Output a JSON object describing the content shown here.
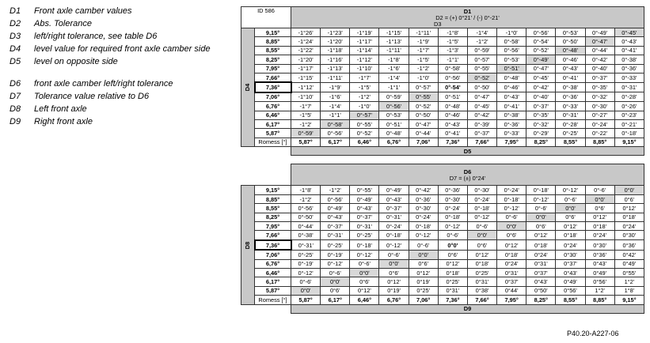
{
  "legend": [
    {
      "key": "D1",
      "text": "Front axle camber values"
    },
    {
      "key": "D2",
      "text": "Abs. Tolerance"
    },
    {
      "key": "D3",
      "text": "left/right tolerance, see table D6"
    },
    {
      "key": "D4",
      "text": "level value for required front axle camber side"
    },
    {
      "key": "D5",
      "text": "level on opposite side"
    },
    {
      "key": "D6",
      "text": "front axle camber left/right tolerance"
    },
    {
      "key": "D7",
      "text": "Tolerance value relative to D6"
    },
    {
      "key": "D8",
      "text": "Left front axle"
    },
    {
      "key": "D9",
      "text": "Right front axle"
    }
  ],
  "table1": {
    "id": "ID 586",
    "title": "D1",
    "subtitle": "D2 = (+) 0°21' / (-) 0°-21'",
    "subtitle2": "D3",
    "row_label": "D4",
    "bottom_label": "D5",
    "footer_label": "Romess [°]",
    "columns": [
      "5,87°",
      "6,17°",
      "6,46°",
      "6,76°",
      "7,06°",
      "7,36°",
      "7,66°",
      "7,95°",
      "8,25°",
      "8,55°",
      "8,85°",
      "9,15°"
    ],
    "rows": [
      {
        "h": "9,15°",
        "v": [
          "-1°26'",
          "-1°23'",
          "-1°19'",
          "-1°15'",
          "-1°11'",
          "-1°8'",
          "-1°4'",
          "-1°0'",
          "0°-56'",
          "0°-53'",
          "0°-49'",
          "0°-45'"
        ]
      },
      {
        "h": "8,85°",
        "v": [
          "-1°24'",
          "-1°20'",
          "-1°17'",
          "-1°13'",
          "-1°9'",
          "-1°5'",
          "-1°2'",
          "0°-58'",
          "0°-54'",
          "0°-50'",
          "0°-47'",
          "0°-43'"
        ]
      },
      {
        "h": "8,55°",
        "v": [
          "-1°22'",
          "-1°18'",
          "-1°14'",
          "-1°11'",
          "-1°7'",
          "-1°3'",
          "0°-59'",
          "0°-56'",
          "0°-52'",
          "0°-48'",
          "0°-44'",
          "0°-41'"
        ]
      },
      {
        "h": "8,25°",
        "v": [
          "-1°20'",
          "-1°16'",
          "-1°12'",
          "-1°8'",
          "-1°5'",
          "-1°1'",
          "0°-57'",
          "0°-53'",
          "0°-49'",
          "0°-46'",
          "0°-42'",
          "0°-38'"
        ]
      },
      {
        "h": "7,95°",
        "v": [
          "-1°17'",
          "-1°13'",
          "-1°10'",
          "-1°6'",
          "-1°2'",
          "0°-58'",
          "0°-55'",
          "0°-51'",
          "0°-47'",
          "0°-43'",
          "0°-40'",
          "0°-36'"
        ]
      },
      {
        "h": "7,66°",
        "v": [
          "-1°15'",
          "-1°11'",
          "-1°7'",
          "-1°4'",
          "-1°0'",
          "0°-56'",
          "0°-52'",
          "0°-48'",
          "0°-45'",
          "0°-41'",
          "0°-37'",
          "0°-33'"
        ]
      },
      {
        "h": "7,36°",
        "v": [
          "-1°12'",
          "-1°9'",
          "-1°5'",
          "-1°1'",
          "0°-57'",
          "0°-54'",
          "0°-50'",
          "0°-46'",
          "0°-42'",
          "0°-38'",
          "0°-35'",
          "0°-31'"
        ]
      },
      {
        "h": "7,06°",
        "v": [
          "-1°10'",
          "-1°6'",
          "-1°2'",
          "0°-59'",
          "0°-55'",
          "0°-51'",
          "0°-47'",
          "0°-43'",
          "0°-40'",
          "0°-36'",
          "0°-32'",
          "0°-28'"
        ]
      },
      {
        "h": "6,76°",
        "v": [
          "-1°7'",
          "-1°4'",
          "-1°0'",
          "0°-56'",
          "0°-52'",
          "0°-48'",
          "0°-45'",
          "0°-41'",
          "0°-37'",
          "0°-33'",
          "0°-30'",
          "0°-26'"
        ]
      },
      {
        "h": "6,46°",
        "v": [
          "-1°5'",
          "-1°1'",
          "0°-57'",
          "0°-53'",
          "0°-50'",
          "0°-46'",
          "0°-42'",
          "0°-38'",
          "0°-35'",
          "0°-31'",
          "0°-27'",
          "0°-23'"
        ]
      },
      {
        "h": "6,17°",
        "v": [
          "-1°2'",
          "0°-58'",
          "0°-55'",
          "0°-51'",
          "0°-47'",
          "0°-43'",
          "0°-39'",
          "0°-36'",
          "0°-32'",
          "0°-28'",
          "0°-24'",
          "0°-21'"
        ]
      },
      {
        "h": "5,87°",
        "v": [
          "0°-59'",
          "0°-56'",
          "0°-52'",
          "0°-48'",
          "0°-44'",
          "0°-41'",
          "0°-37'",
          "0°-33'",
          "0°-29'",
          "0°-25'",
          "0°-22'",
          "0°-18'"
        ]
      }
    ]
  },
  "table2": {
    "title": "D6",
    "subtitle": "D7 = (±) 0°24'",
    "row_label": "D8",
    "bottom_label": "D9",
    "footer_label": "Romess [°]",
    "columns": [
      "5,87°",
      "6,17°",
      "6,46°",
      "6,76°",
      "7,06°",
      "7,36°",
      "7,66°",
      "7,95°",
      "8,25°",
      "8,55°",
      "8,85°",
      "9,15°"
    ],
    "rows": [
      {
        "h": "9,15°",
        "v": [
          "-1°8'",
          "-1°2'",
          "0°-55'",
          "0°-49'",
          "0°-42'",
          "0°-36'",
          "0°-30'",
          "0°-24'",
          "0°-18'",
          "0°-12'",
          "0°-6'",
          "0°0'"
        ]
      },
      {
        "h": "8,85°",
        "v": [
          "-1°2'",
          "0°-56'",
          "0°-49'",
          "0°-43'",
          "0°-36'",
          "0°-30'",
          "0°-24'",
          "0°-18'",
          "0°-12'",
          "0°-6'",
          "0°0'",
          "0°6'"
        ]
      },
      {
        "h": "8,55°",
        "v": [
          "0°-56'",
          "0°-49'",
          "0°-43'",
          "0°-37'",
          "0°-30'",
          "0°-24'",
          "0°-18'",
          "0°-12'",
          "0°-6'",
          "0°0'",
          "0°6'",
          "0°12'"
        ]
      },
      {
        "h": "8,25°",
        "v": [
          "0°-50'",
          "0°-43'",
          "0°-37'",
          "0°-31'",
          "0°-24'",
          "0°-18'",
          "0°-12'",
          "0°-6'",
          "0°0'",
          "0°6'",
          "0°12'",
          "0°18'"
        ]
      },
      {
        "h": "7,95°",
        "v": [
          "0°-44'",
          "0°-37'",
          "0°-31'",
          "0°-24'",
          "0°-18'",
          "0°-12'",
          "0°-6'",
          "0°0'",
          "0°6'",
          "0°12'",
          "0°18'",
          "0°24'"
        ]
      },
      {
        "h": "7,66°",
        "v": [
          "0°-38'",
          "0°-31'",
          "0°-25'",
          "0°-18'",
          "0°-12'",
          "0°-6'",
          "0°0'",
          "0°6'",
          "0°12'",
          "0°18'",
          "0°24'",
          "0°30'"
        ]
      },
      {
        "h": "7,36°",
        "v": [
          "0°-31'",
          "0°-25'",
          "0°-18'",
          "0°-12'",
          "0°-6'",
          "0°0'",
          "0°6'",
          "0°12'",
          "0°18'",
          "0°24'",
          "0°30'",
          "0°36'"
        ]
      },
      {
        "h": "7,06°",
        "v": [
          "0°-25'",
          "0°-19'",
          "0°-12'",
          "0°-6'",
          "0°0'",
          "0°6'",
          "0°12'",
          "0°18'",
          "0°24'",
          "0°30'",
          "0°36'",
          "0°42'"
        ]
      },
      {
        "h": "6,76°",
        "v": [
          "0°-19'",
          "0°-12'",
          "0°-6'",
          "0°0'",
          "0°6'",
          "0°12'",
          "0°18'",
          "0°24'",
          "0°31'",
          "0°37'",
          "0°43'",
          "0°49'"
        ]
      },
      {
        "h": "6,46°",
        "v": [
          "0°-12'",
          "0°-6'",
          "0°0'",
          "0°6'",
          "0°12'",
          "0°18'",
          "0°25'",
          "0°31'",
          "0°37'",
          "0°43'",
          "0°49'",
          "0°55'"
        ]
      },
      {
        "h": "6,17°",
        "v": [
          "0°-6'",
          "0°0'",
          "0°6'",
          "0°12'",
          "0°19'",
          "0°25'",
          "0°31'",
          "0°37'",
          "0°43'",
          "0°49'",
          "0°56'",
          "1°2'"
        ]
      },
      {
        "h": "5,87°",
        "v": [
          "0°0'",
          "0°6'",
          "0°12'",
          "0°19'",
          "0°25'",
          "0°31'",
          "0°38'",
          "0°44'",
          "0°50'",
          "0°56'",
          "1°2'",
          "1°8'"
        ]
      }
    ]
  },
  "figure_ref": "P40.20-A227-06"
}
